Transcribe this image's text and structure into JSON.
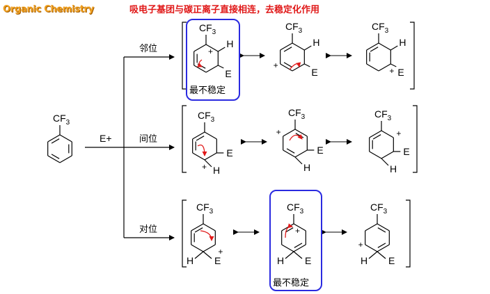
{
  "brand": "Organic Chemistry",
  "headline": "吸电子基团与碳正离子直接相连，去稳定化作用",
  "substituent": "CF3",
  "electrophile": "E+",
  "labels": {
    "ortho": "邻位",
    "meta": "间位",
    "para": "对位",
    "least_stable": "最不稳定"
  },
  "atoms": {
    "H": "H",
    "E": "E",
    "plus": "+"
  },
  "colors": {
    "highlight": "#2a2ae0",
    "arrow": "#e01818",
    "brand": "#f0a020",
    "headline": "#e01818"
  }
}
